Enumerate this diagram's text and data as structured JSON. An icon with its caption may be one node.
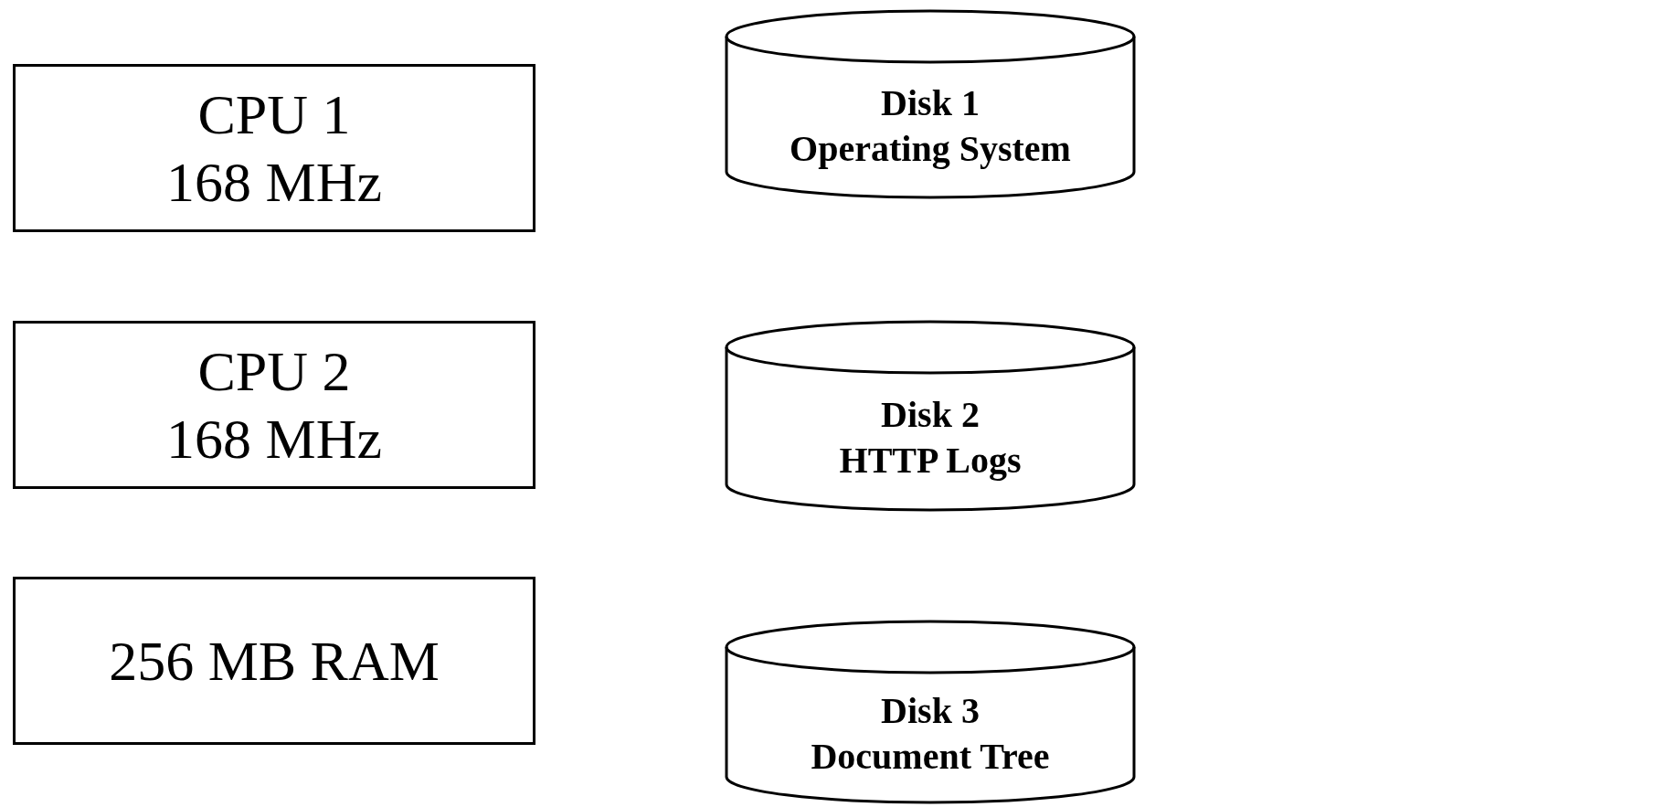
{
  "diagram": {
    "nodes": [
      {
        "text": [
          "CPU 1",
          "168 MHz"
        ]
      },
      {
        "text": [
          "CPU 2",
          "168 MHz"
        ]
      },
      {
        "text": [
          "256 MB RAM"
        ]
      },
      {
        "text": [
          "Disk 1",
          "Operating System"
        ]
      },
      {
        "text": [
          "Disk 2",
          "HTTP Logs"
        ]
      },
      {
        "text": [
          "Disk 3",
          "Document Tree"
        ]
      }
    ]
  }
}
